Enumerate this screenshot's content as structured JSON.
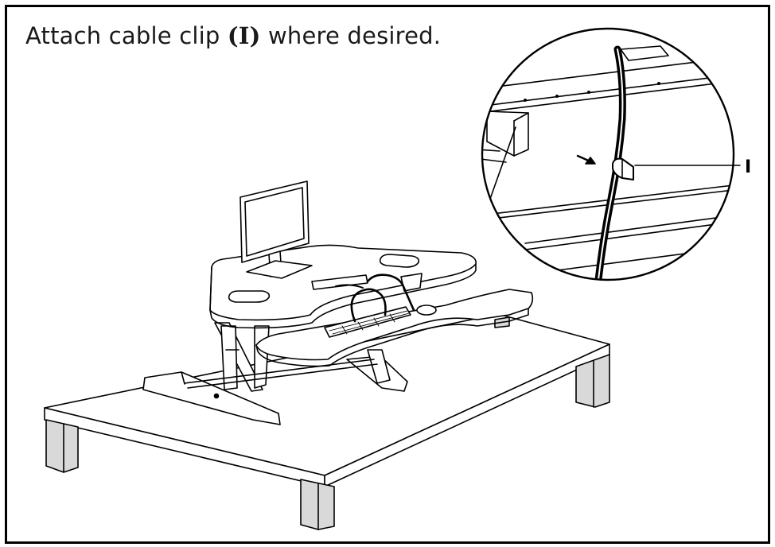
{
  "instruction": {
    "before": "Attach cable clip ",
    "part": "(I)",
    "after": " where desired."
  },
  "callout": {
    "label": "I"
  },
  "colors": {
    "line": "#000000",
    "leg_fill": "#d9d9d9",
    "background": "#ffffff"
  }
}
